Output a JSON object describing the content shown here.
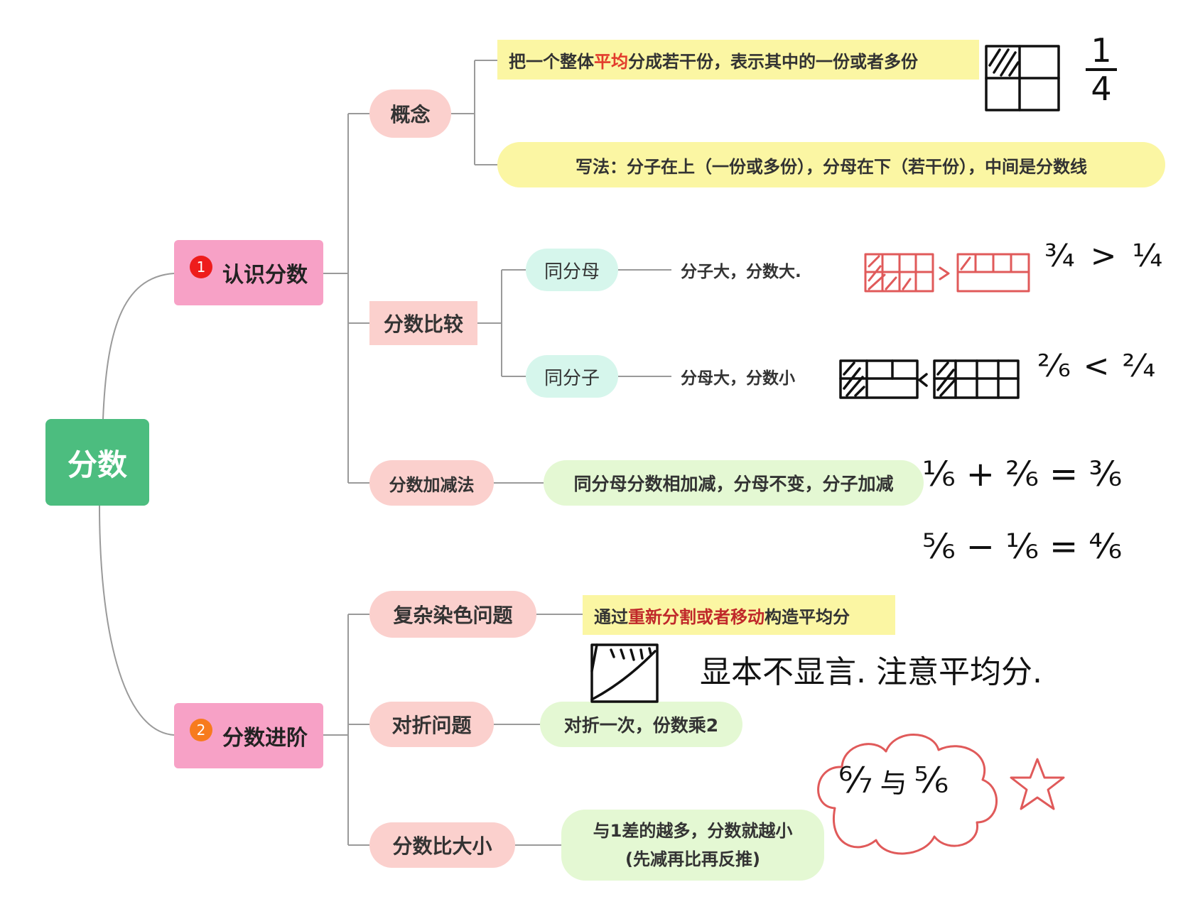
{
  "root": {
    "label": "分数"
  },
  "branch1": {
    "badge": "1",
    "label": "认识分数",
    "concept": {
      "label": "概念",
      "def_before": "把一个整体",
      "def_highlight": "平均",
      "def_after": "分成若干份，表示其中的一份或者多份",
      "writing": "写法：分子在上（一份或多份），分母在下（若干份），中间是分数线",
      "fraction_note": {
        "num": "1",
        "den": "4"
      }
    },
    "compare": {
      "label": "分数比较",
      "same_den": {
        "label": "同分母",
        "rule": "分子大，分数大."
      },
      "same_num": {
        "label": "同分子",
        "rule": "分母大，分数小"
      }
    },
    "addsub": {
      "label": "分数加减法",
      "rule": "同分母分数相加减，分母不变，分子加减"
    }
  },
  "branch2": {
    "badge": "2",
    "label": "分数进阶",
    "coloring": {
      "label": "复杂染色问题",
      "rule_before": "通过",
      "rule_highlight": "重新分割或者移动",
      "rule_after": "构造平均分",
      "handnote": "显本不显言. 注意平均分."
    },
    "folding": {
      "label": "对折问题",
      "rule": "对折一次，份数乘2"
    },
    "sizecmp": {
      "label": "分数比大小",
      "rule_line1": "与1差的越多，分数就越小",
      "rule_line2": "(先减再比再反推)",
      "handnote_mid": "与"
    }
  },
  "colors": {
    "root": "#4cbd7f",
    "level1": "#f7a1c6",
    "level2": "#fbd0cd",
    "mint": "#d6f6ec",
    "green": "#e4f8d3",
    "yellow": "#fbf6a3",
    "badge1": "#ee1c1c",
    "badge2": "#f77b1e",
    "highlight": "#e23b2c"
  }
}
